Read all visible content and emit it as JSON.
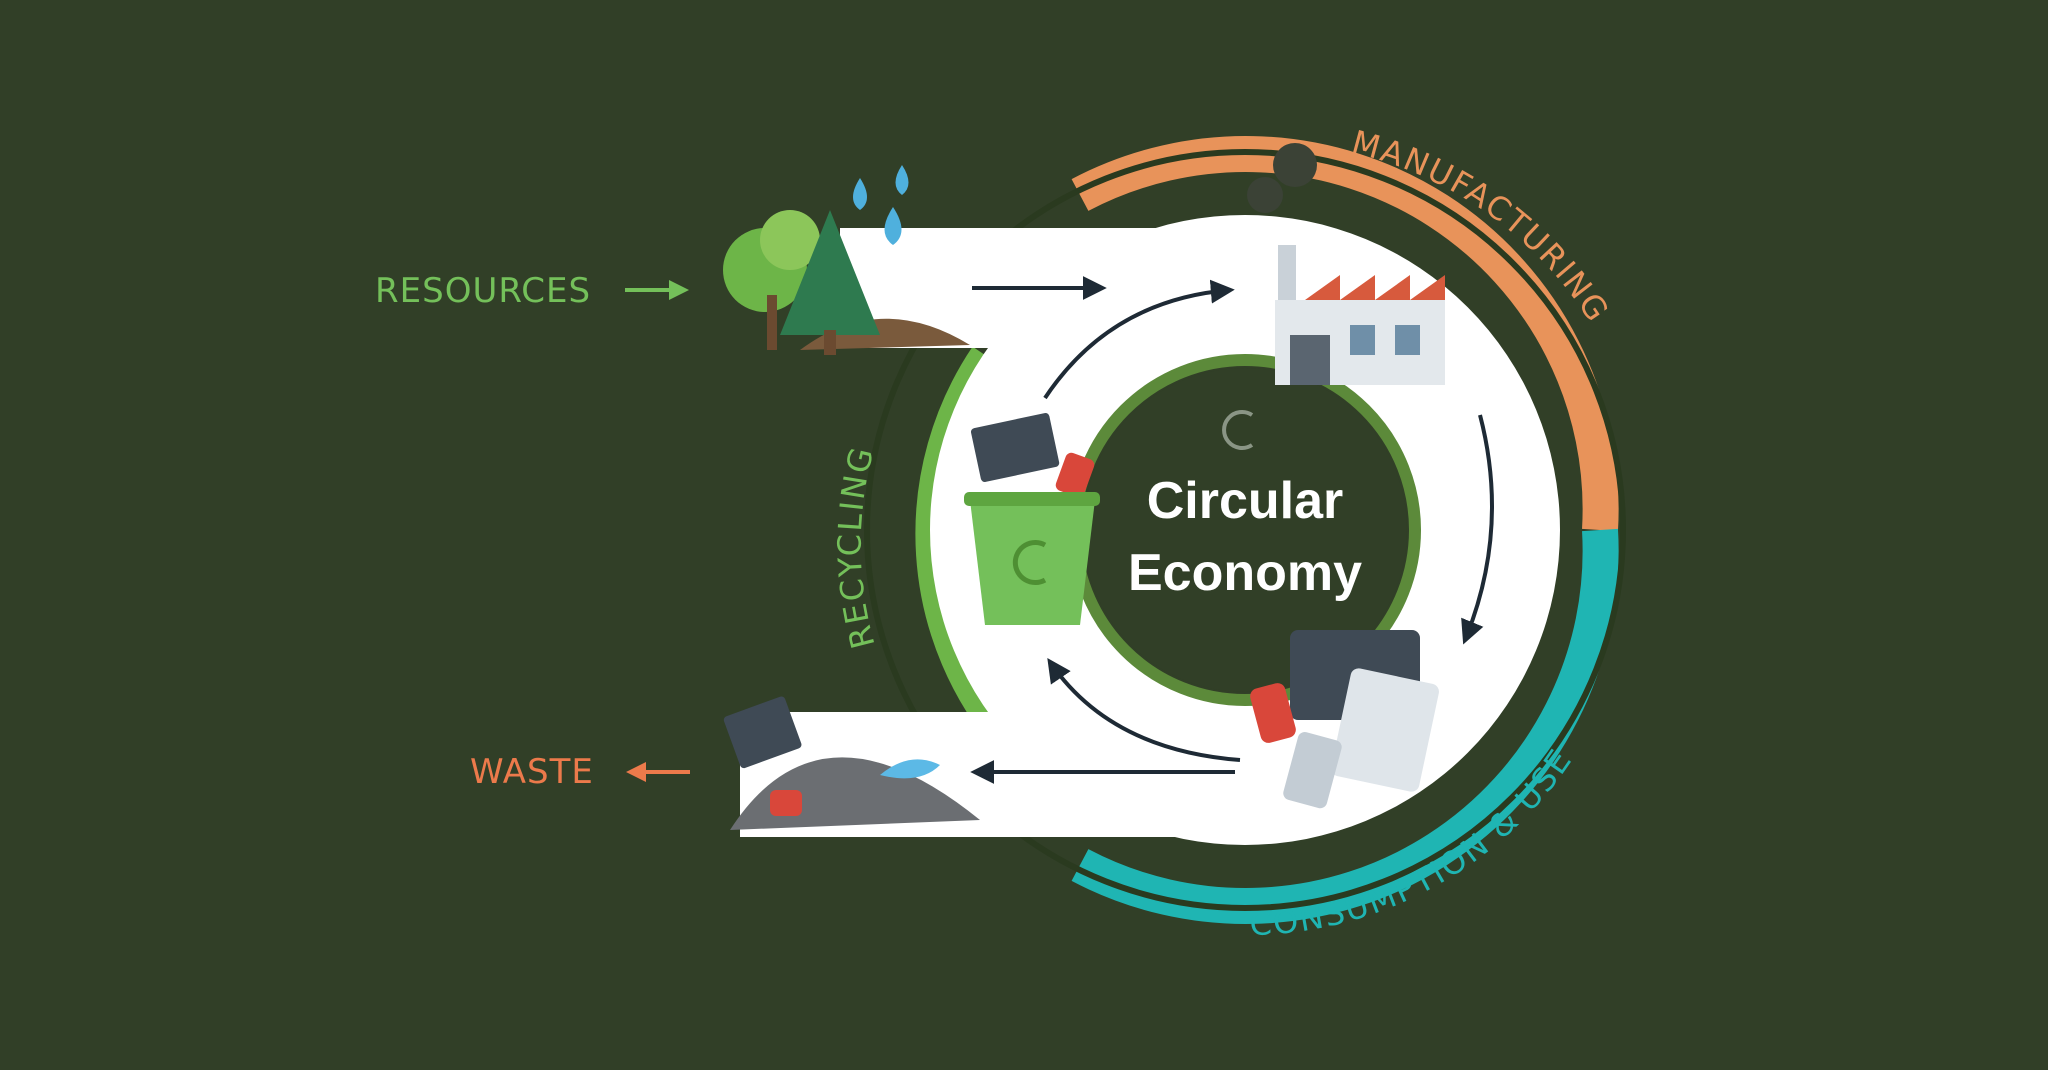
{
  "diagram": {
    "center": {
      "line1": "Circular",
      "line2": "Economy"
    },
    "inputs": {
      "resources": "RESOURCES",
      "waste": "WASTE"
    },
    "stages": {
      "manufacturing": "MANUFACTURING",
      "consumption": "CONSUMPTION & USE",
      "recycling": "RECYCLING"
    },
    "colors": {
      "background": "#313f27",
      "manufacturing": "#e8935a",
      "consumption": "#1fb5b3",
      "recycling": "#6db548",
      "resources": "#74c05a",
      "waste": "#ec7a4b",
      "arrows": "#1e2a35",
      "ring": "#ffffff"
    }
  }
}
